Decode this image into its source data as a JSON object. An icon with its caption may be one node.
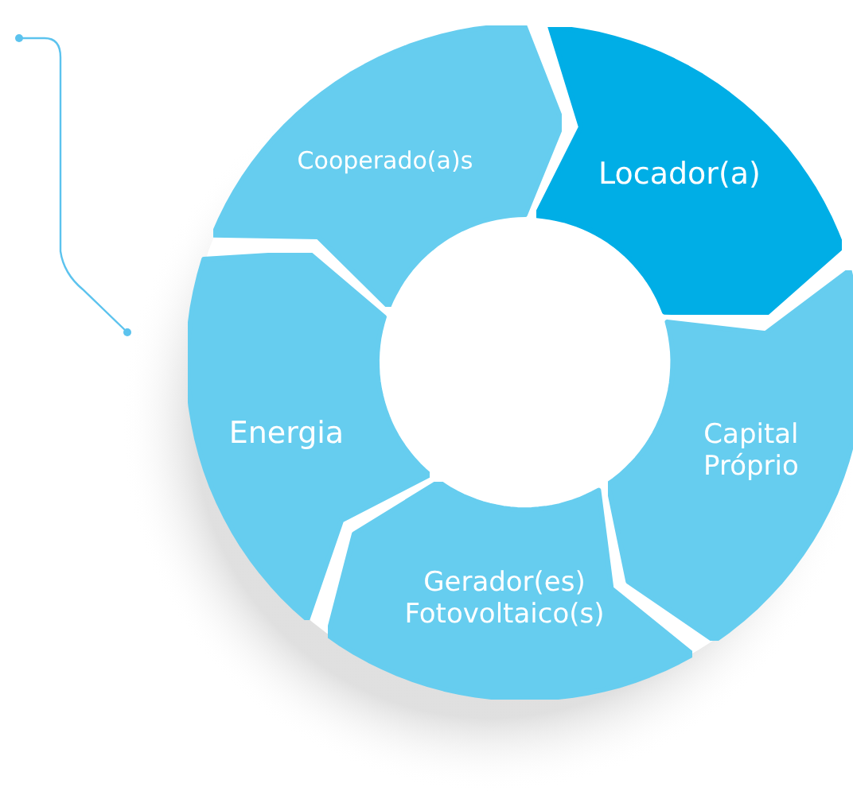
{
  "diagram": {
    "nodes": [
      {
        "text": [
          "Cooperado(a)s"
        ]
      },
      {
        "text": [
          "Locador(a)"
        ]
      },
      {
        "text": [
          "Capital Próprio"
        ]
      },
      {
        "text": [
          "Gerador(es) Fotovoltaico(s)"
        ]
      },
      {
        "text": [
          "Energia"
        ]
      }
    ]
  }
}
